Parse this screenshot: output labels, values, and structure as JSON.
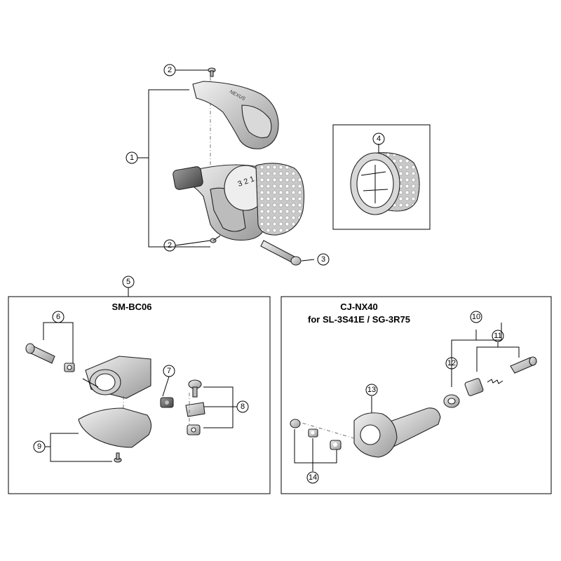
{
  "callouts": [
    "1",
    "2",
    "2",
    "3",
    "4",
    "5",
    "6",
    "7",
    "8",
    "9",
    "10",
    "11",
    "12",
    "13",
    "14"
  ],
  "boxes": {
    "left_title": "SM-BC06",
    "right_title_line1": "CJ-NX40",
    "right_title_line2": "for SL-3S41E / SG-3R75"
  },
  "part_text": {
    "cover_brand": "NEXUS",
    "shifter_gear_marks": "3 2 1"
  },
  "colors": {
    "line": "#000000",
    "part_fill": "#e6e6e6",
    "part_dark": "#6e6e6e",
    "background": "#ffffff"
  }
}
